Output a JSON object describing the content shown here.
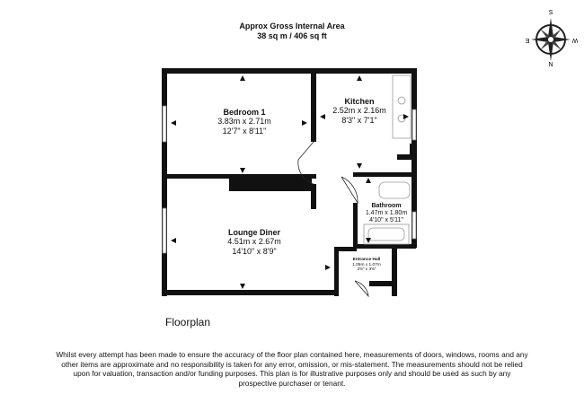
{
  "header": {
    "title": "Approx Gross Internal Area",
    "area": "38 sq m / 406 sq ft"
  },
  "compass": {
    "north": "N",
    "south": "S",
    "east": "E",
    "west": "W"
  },
  "rooms": [
    {
      "name": "Bedroom 1",
      "metric": "3.83m x 2.71m",
      "imperial": "12'7\" x 8'11\""
    },
    {
      "name": "Kitchen",
      "metric": "2.52m x 2.16m",
      "imperial": "8'3\" x 7'1\""
    },
    {
      "name": "Bathroom",
      "metric": "1.47m x 1.80m",
      "imperial": "4'10\" x 5'11\""
    },
    {
      "name": "Lounge Diner",
      "metric": "4.51m x 2.67m",
      "imperial": "14'10\" x 8'9\""
    },
    {
      "name": "Entrance Hall",
      "metric": "1.05m x 1.07m",
      "imperial": "3'5\" x 3'6\""
    }
  ],
  "caption": "Floorplan",
  "disclaimer": "Whilst every attempt has been made to ensure the accuracy of the floor plan contained here, measurements of doors, windows, rooms and any other items are approximate and no responsibility is taken for any error, omission, or mis-statement. The measurements should not be relied upon for valuation, transaction and/or funding purposes. This plan is for illustrative purposes only and should be used as such by any prospective purchaser or tenant.",
  "colors": {
    "wall": "#111111",
    "fixture": "#999999"
  }
}
